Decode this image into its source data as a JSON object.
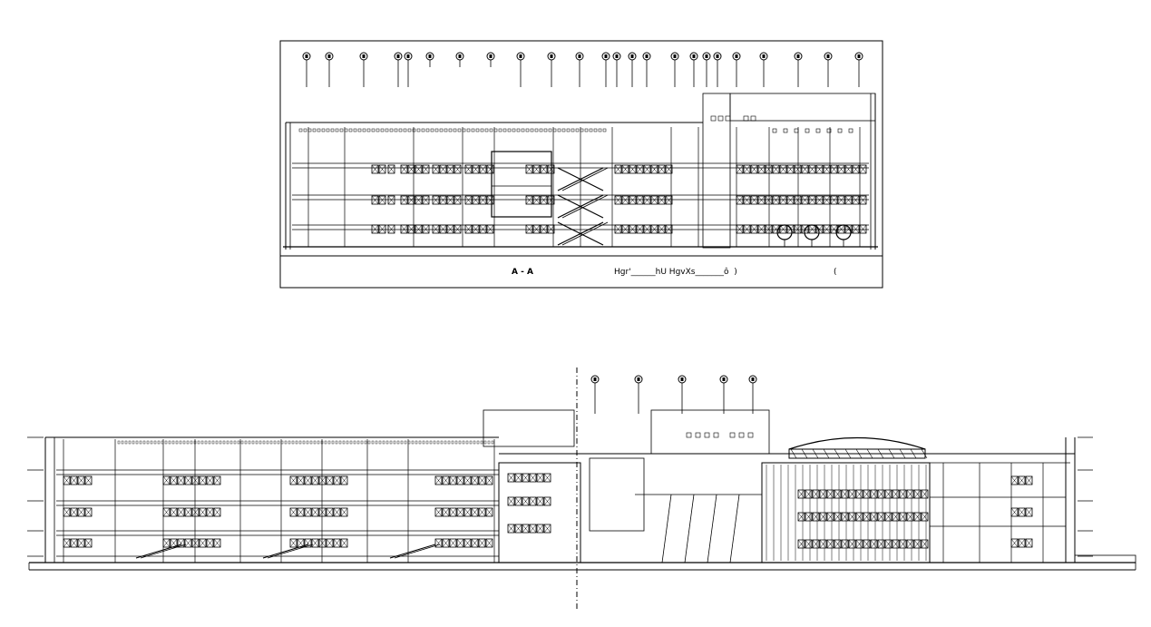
{
  "drawing": {
    "type": "architectural-section-cad",
    "line_color": "#000000",
    "background": "#ffffff"
  },
  "section_top": {
    "title": "A - A",
    "scale_caption": "Hgr'______hU HgvXs_______ô  )",
    "trailing_mark": "("
  }
}
